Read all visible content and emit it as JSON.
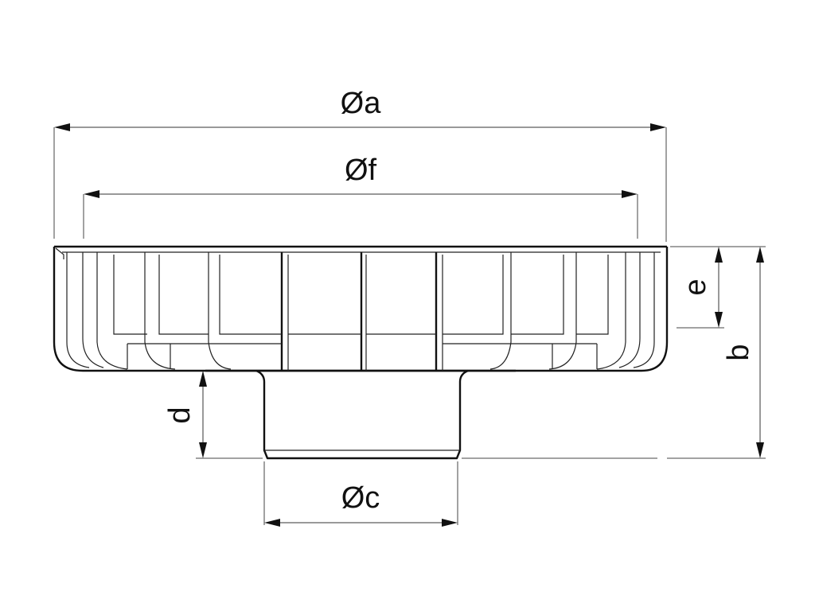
{
  "dimensions": {
    "a": "Øa",
    "f": "Øf",
    "c": "Øc",
    "b": "b",
    "d": "d",
    "e": "e"
  }
}
